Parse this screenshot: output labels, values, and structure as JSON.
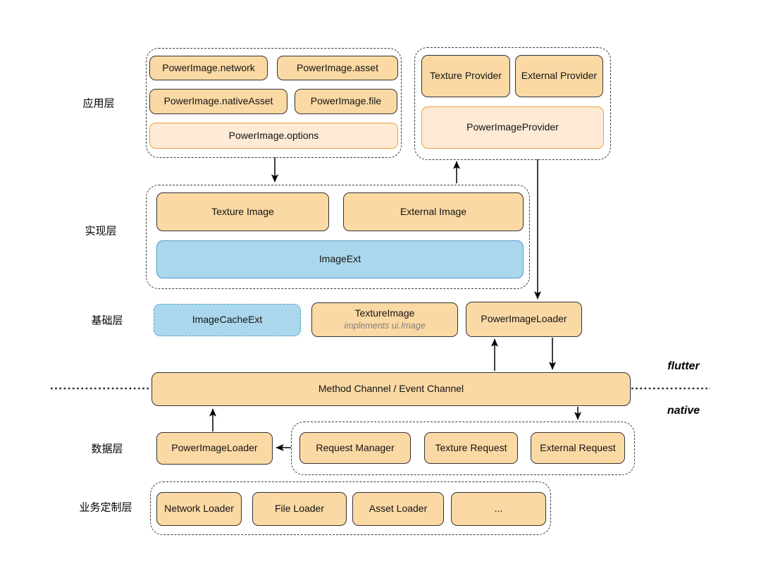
{
  "layer_labels": {
    "app": "应用层",
    "impl": "实现层",
    "base": "基础层",
    "data": "数据层",
    "biz": "业务定制层"
  },
  "runtime": {
    "flutter": "flutter",
    "native": "native"
  },
  "nodes": {
    "pi_network": "PowerImage.network",
    "pi_asset": "PowerImage.asset",
    "pi_native_asset": "PowerImage.nativeAsset",
    "pi_file": "PowerImage.file",
    "pi_options": "PowerImage.options",
    "texture_provider": "Texture Provider",
    "external_provider": "External Provider",
    "power_image_provider": "PowerImageProvider",
    "texture_image": "Texture Image",
    "external_image": "External Image",
    "image_ext": "ImageExt",
    "image_cache_ext": "ImageCacheExt",
    "texture_image_impl": "TextureImage",
    "texture_image_impl_note": "implements ui.Image",
    "power_image_loader_flutter": "PowerImageLoader",
    "method_channel": "Method Channel / Event Channel",
    "power_image_loader_native": "PowerImageLoader",
    "request_manager": "Request Manager",
    "texture_request": "Texture Request",
    "external_request": "External Request",
    "network_loader": "Network Loader",
    "file_loader": "File Loader",
    "asset_loader": "Asset Loader",
    "more_loader": "..."
  },
  "colors": {
    "box_fill": "#FBD9A4",
    "box_border": "#333333",
    "box_fill_light": "#FEEAD5",
    "box_border_orange": "#E7A33C",
    "box_fill_blue": "#ABD7EC",
    "box_border_blue": "#4D9FCC",
    "arrow": "#000000"
  }
}
